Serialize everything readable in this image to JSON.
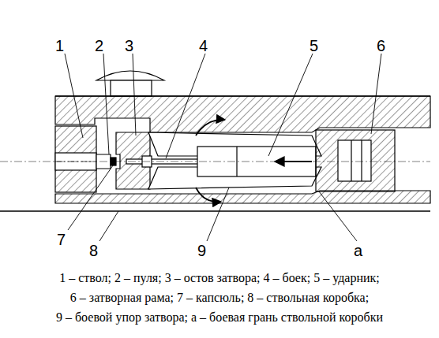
{
  "diagram": {
    "labels": [
      "1",
      "2",
      "3",
      "4",
      "5",
      "6",
      "7",
      "8",
      "9",
      "а",
      "1 – ствол; 2 – пуля; 3 – остов затвора; 4 – боек; 5 – ударник;",
      "6 – затворная рама; 7 – капсюль; 8 – ствольная коробка;",
      "9 – боевой упор затвора; а – боевая грань ствольной коробки"
    ]
  }
}
